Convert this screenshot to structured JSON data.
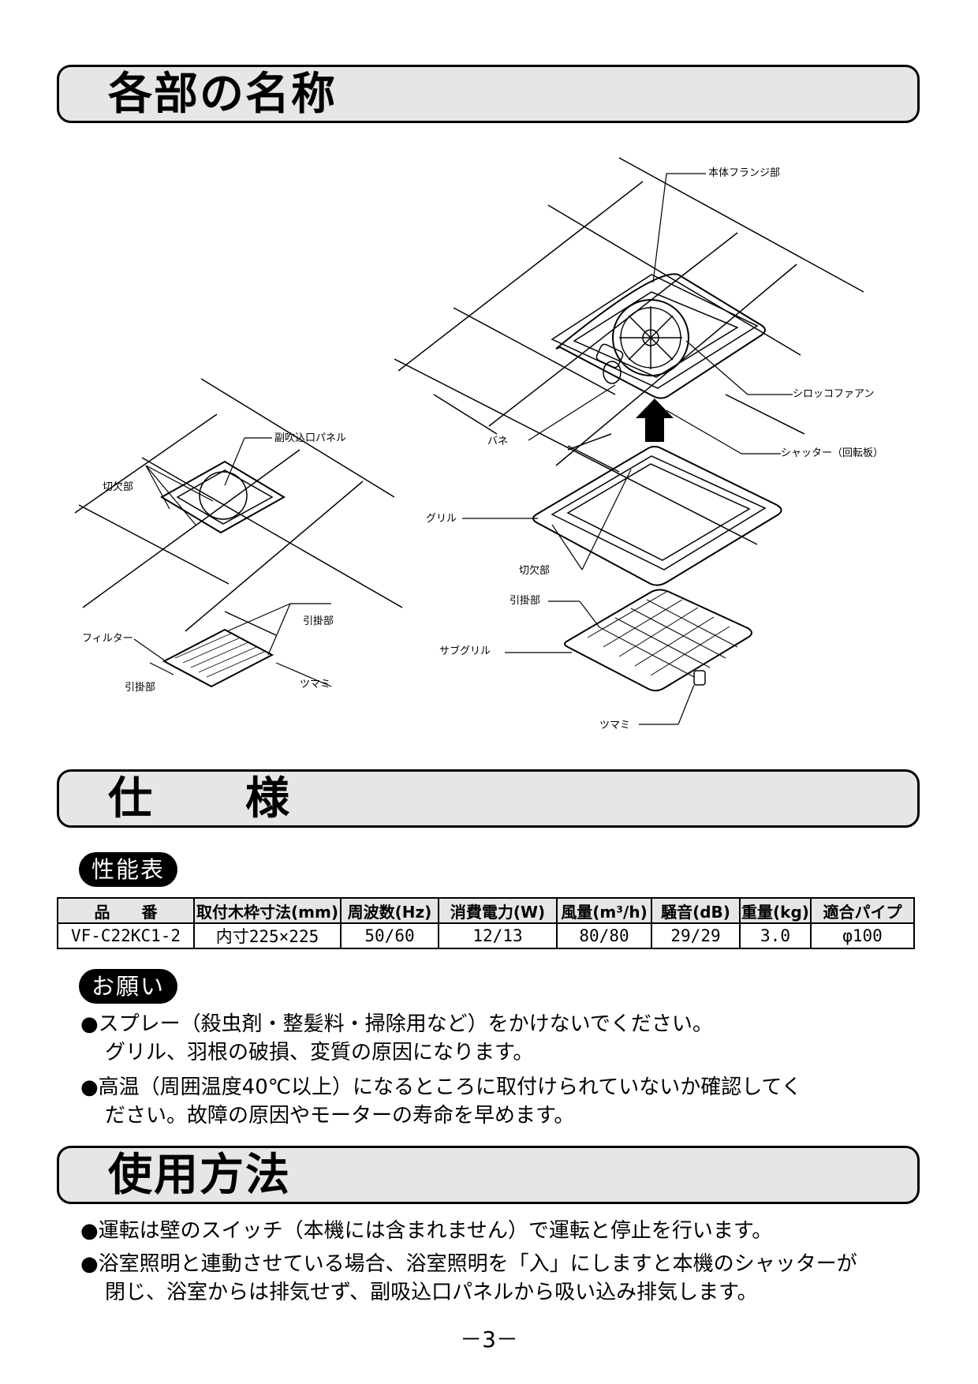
{
  "sections": {
    "parts": {
      "title": "各部の名称"
    },
    "spec": {
      "title": "仕　　様"
    },
    "usage": {
      "title": "使用方法"
    }
  },
  "diagram_labels": {
    "honntai_flange": "本体フランジ部",
    "sirocco_fan": "シロッコファアン",
    "bane": "バネ",
    "shutter": "シャッター（回転板）",
    "fuku_panel": "副吹込口パネル",
    "kirikake_left": "切欠部",
    "grill": "グリル",
    "kirikake_right": "切欠部",
    "hikkake_right": "引掛部",
    "sub_grill": "サブグリル",
    "filter": "フィルター",
    "hikkake_left_top": "引掛部",
    "hikkake_left_bottom": "引掛部",
    "tsumami_left": "ツマミ",
    "tsumami_right": "ツマミ"
  },
  "performance": {
    "badge": "性能表",
    "headers": [
      "品　　番",
      "取付木枠寸法(mm)",
      "周波数(Hz)",
      "消費電力(W)",
      "風量(m³/h)",
      "騒音(dB)",
      "重量(kg)",
      "適合パイプ"
    ],
    "row": [
      "VF-C22KC1-2",
      "内寸225×225",
      "50/60",
      "12/13",
      "80/80",
      "29/29",
      "3.0",
      "φ100"
    ]
  },
  "request": {
    "badge": "お願い",
    "items": [
      [
        "●スプレー（殺虫剤・整髪料・掃除用など）をかけないでください。",
        "グリル、羽根の破損、変質の原因になります。"
      ],
      [
        "●高温（周囲温度40℃以上）になるところに取付けられていないか確認してく",
        "ださい。故障の原因やモーターの寿命を早めます。"
      ]
    ]
  },
  "usage": {
    "items": [
      [
        "●運転は壁のスイッチ（本機には含まれません）で運転と停止を行います。"
      ],
      [
        "●浴室照明と連動させている場合、浴室照明を「入」にしますと本機のシャッターが",
        "閉じ、浴室からは排気せず、副吸込口パネルから吸い込み排気します。"
      ]
    ]
  },
  "page_number": "－3－"
}
